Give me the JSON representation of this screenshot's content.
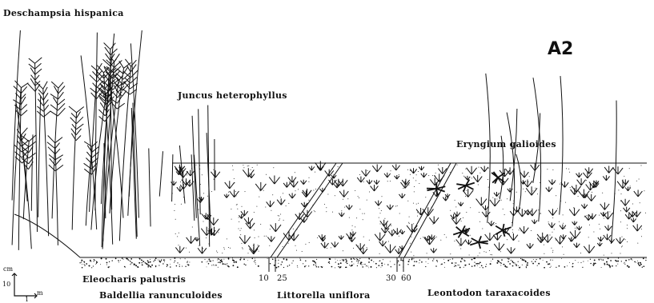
{
  "panel_id": "A2",
  "species": {
    "deschampsia": "Deschampsia hispanica",
    "juncus": "Juncus heterophyllus",
    "eryngium": "Eryngium galioides",
    "eleocharis": "Eleocharis palustris",
    "baldellia": "Baldellia ranunculoides",
    "littorella": "Littorella uniflora",
    "leontodon": "Leontodon taraxacoides"
  },
  "depth_marks": {
    "m1a": "10",
    "m1b": "25",
    "m2a": "30",
    "m2b": "60"
  },
  "scale_bar": {
    "vertical_unit": "cm",
    "vertical_value": "10",
    "horizontal_unit": "m",
    "horizontal_value": "1"
  }
}
